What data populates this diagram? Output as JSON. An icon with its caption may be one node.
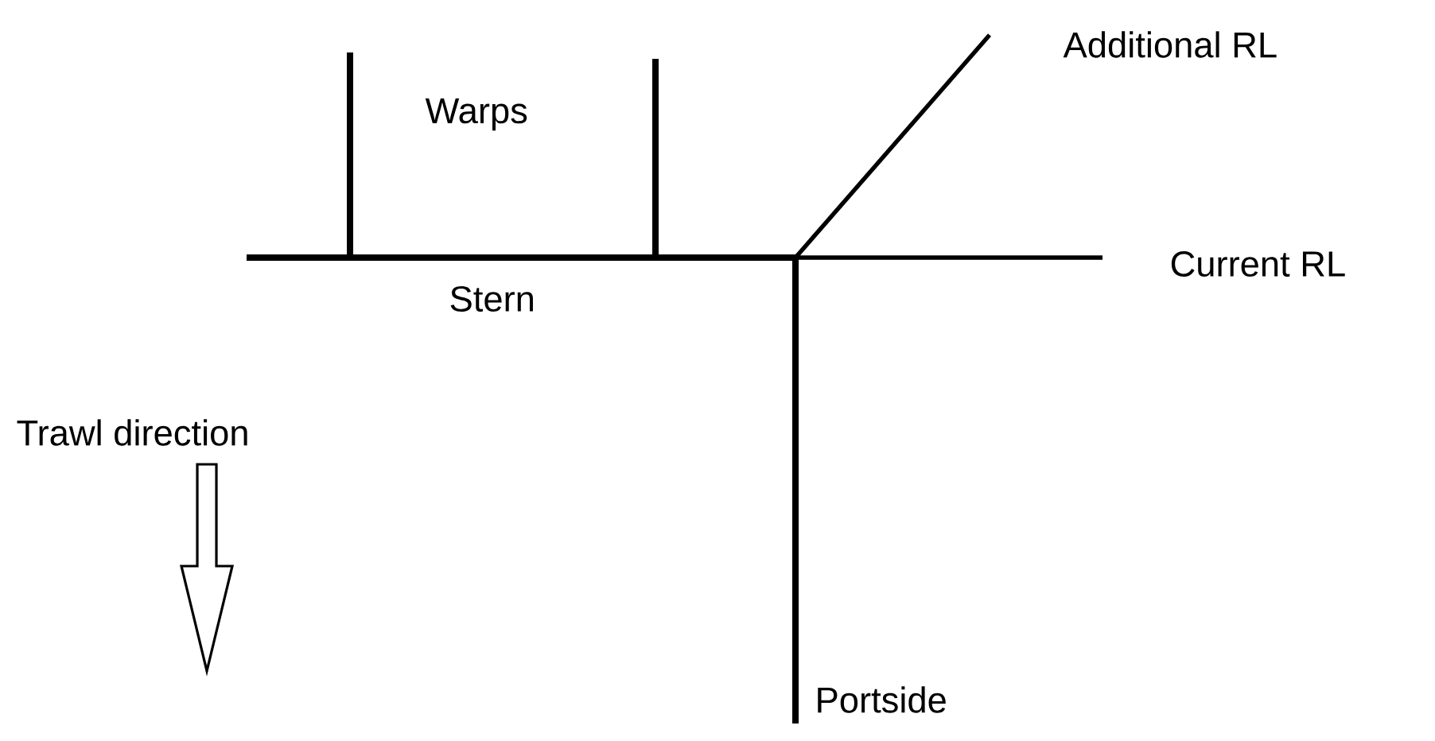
{
  "diagram": {
    "labels": [
      "Additional RL",
      "Warps",
      "Current RL",
      "Stern",
      "Trawl direction",
      "Portside"
    ]
  }
}
